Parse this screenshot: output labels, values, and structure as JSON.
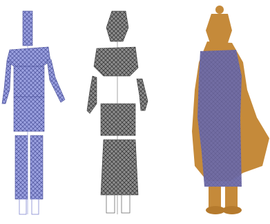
{
  "figure": {
    "panels": [
      {
        "id": "skeleton-mesh",
        "color": "#7f86cf",
        "stroke": "#4b5199"
      },
      {
        "id": "garment-mesh",
        "color": "#7c7c7c",
        "stroke": "#3a3a3a"
      },
      {
        "id": "rendered-figure",
        "body_color": "#6d6aa7",
        "robe_color": "#c58a3a"
      }
    ],
    "background": "#ffffff"
  }
}
